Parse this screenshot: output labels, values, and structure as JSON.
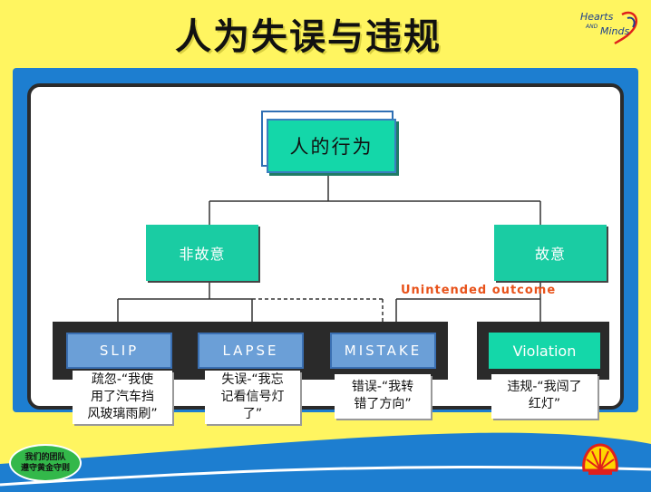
{
  "slide": {
    "title": "人为失误与违规"
  },
  "logo": {
    "line1": "Hearts",
    "line2": "AND",
    "line3": "Minds",
    "brand_color": "#1c3f8e"
  },
  "diagram": {
    "root": "人的行为",
    "unintentional": "非故意",
    "intentional": "故意",
    "outcome_label": "Unintended outcome",
    "categories": {
      "slip": "SLIP",
      "lapse": "LAPSE",
      "mistake": "MISTAKE",
      "violation": "Violation"
    },
    "descriptions": {
      "slip": [
        "疏忽-“我使",
        "用了汽车挡",
        "风玻璃雨刷”"
      ],
      "lapse": [
        "失误-“我忘",
        "记看信号灯",
        "了”"
      ],
      "mistake": [
        "错误-“我转",
        "错了方向”"
      ],
      "violation": [
        "违规-“我闯了",
        "红灯”"
      ]
    }
  },
  "footer": {
    "team_line1": "我们的团队",
    "team_line2": "遵守黄金守则"
  },
  "colors": {
    "background": "#FFF560",
    "band": "#1d7ed0",
    "teal": "#14d7a9",
    "category_blue": "#6b9fd7",
    "outcome": "#e8521a",
    "team_green": "#33b84a",
    "shell_red": "#e0201b",
    "shell_yellow": "#ffd500"
  }
}
